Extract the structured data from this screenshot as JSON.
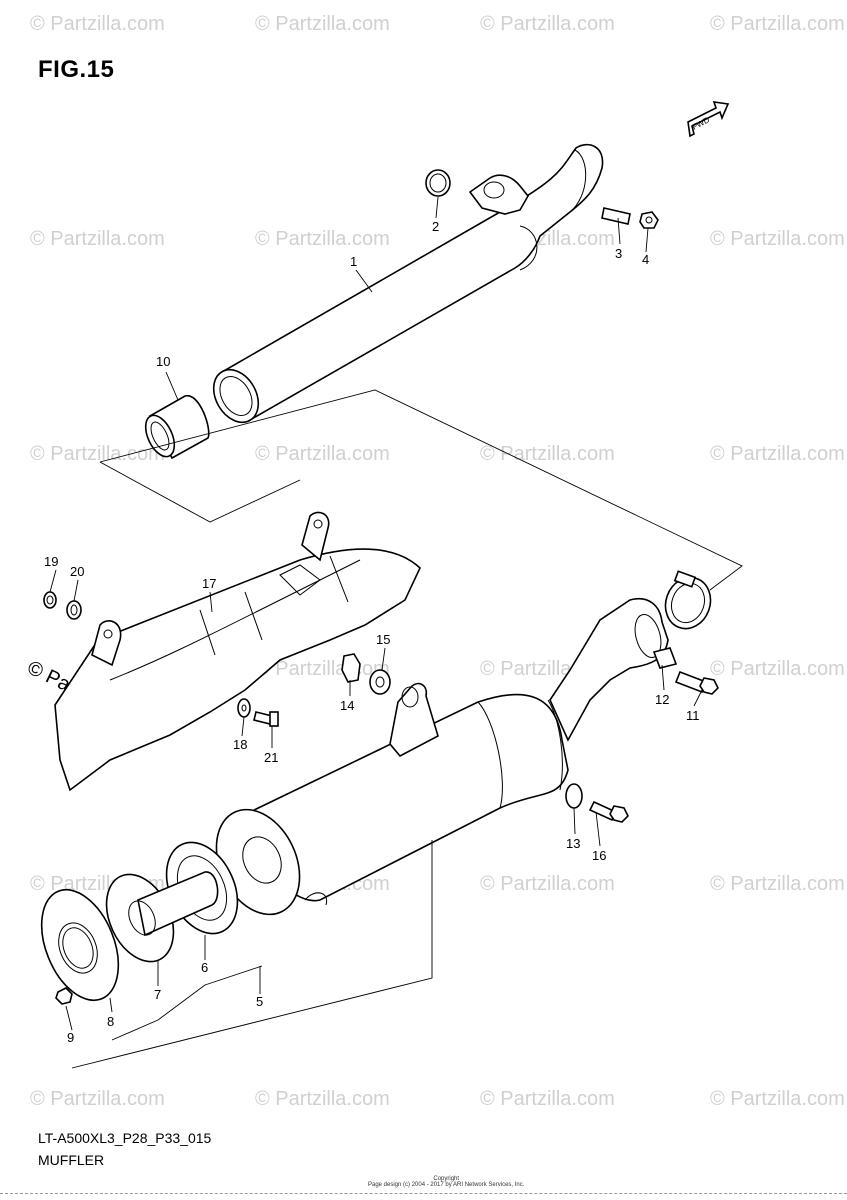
{
  "figure": {
    "title": "FIG.15"
  },
  "fwd_badge": "FWD",
  "footer": {
    "code": "LT-A500XL3_P28_P33_015",
    "name": "MUFFLER",
    "copyright_line1": "Copyright",
    "copyright_line2": "Page design (c) 2004 - 2017 by ARI Network Services, Inc."
  },
  "watermark": {
    "text": "© Partzilla.com"
  },
  "callouts": [
    "1",
    "2",
    "3",
    "4",
    "5",
    "6",
    "7",
    "8",
    "9",
    "10",
    "11",
    "12",
    "13",
    "14",
    "15",
    "16",
    "17",
    "18",
    "19",
    "20",
    "21"
  ]
}
